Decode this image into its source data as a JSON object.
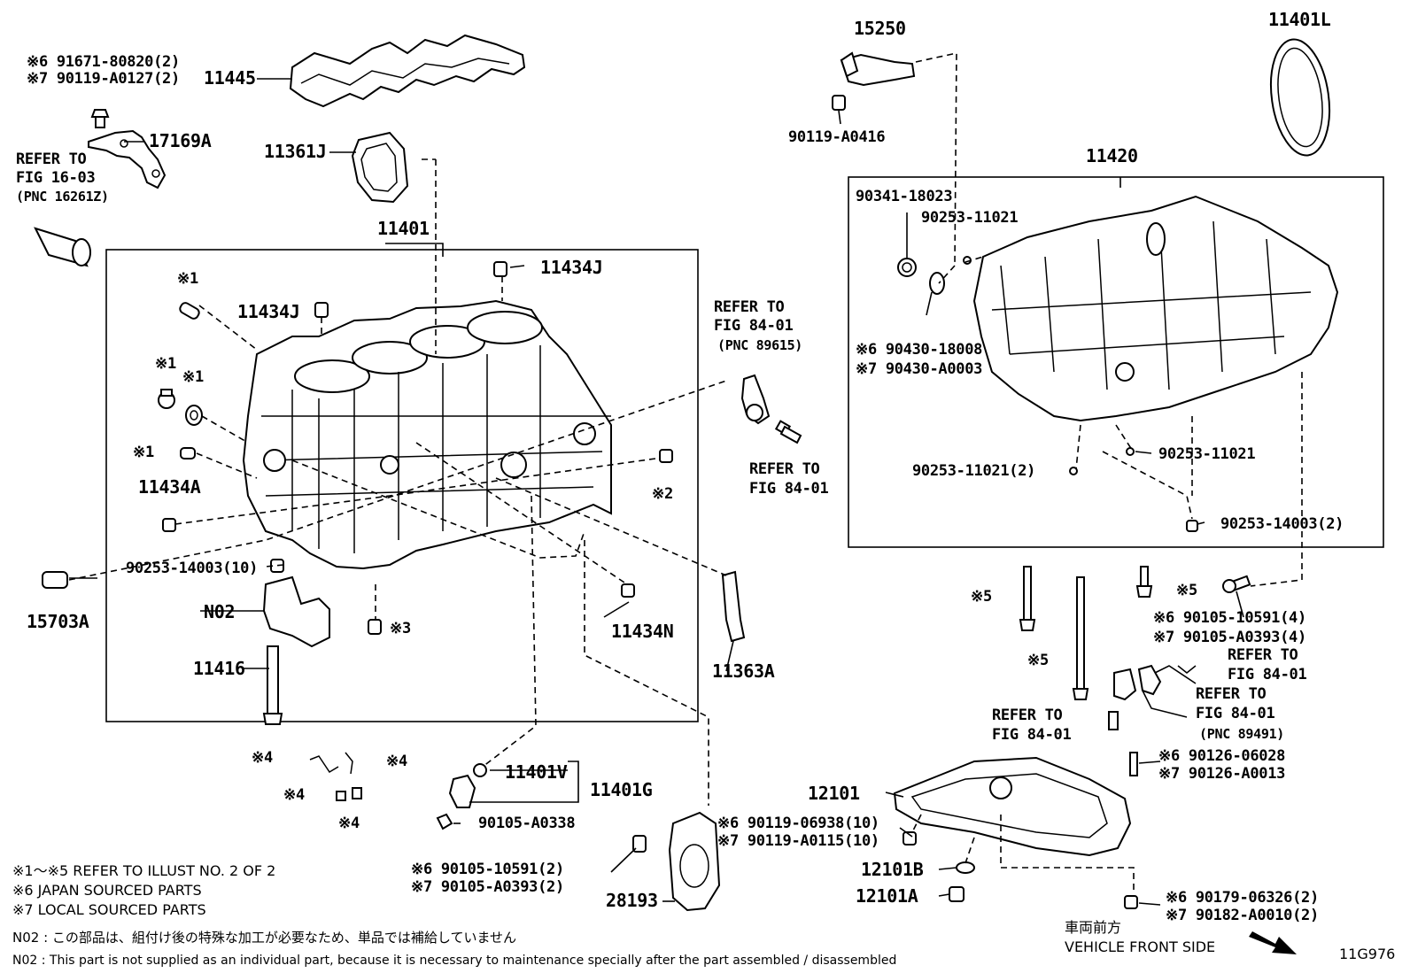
{
  "diagram_id": "11G976",
  "parts": {
    "p11445": "11445",
    "p17169A": "17169A",
    "p11361J": "11361J",
    "p11401": "11401",
    "p11434J_top": "11434J",
    "p11434J_left": "11434J",
    "p11434A": "11434A",
    "p15703A": "15703A",
    "pN02": "N02",
    "p11416": "11416",
    "p11434N": "11434N",
    "p11363A": "11363A",
    "p11401V": "11401V",
    "p11401G": "11401G",
    "p28193": "28193",
    "p15250": "15250",
    "p11401L": "11401L",
    "p11420": "11420",
    "p12101": "12101",
    "p12101B": "12101B",
    "p12101A": "12101A"
  },
  "callouts": {
    "c_top_left_1": "※6 91671-80820(2)",
    "c_top_left_2": "※7 90119-A0127(2)",
    "c_90119_A0416": "90119-A0416",
    "c_90341_18023": "90341-18023",
    "c_90253_11021_a": "90253-11021",
    "c_690430": "※6 90430-18008",
    "c_790430": "※7 90430-A0003",
    "c_90253_11021_b": "90253-11021",
    "c_90253_11021_2": "90253-11021(2)",
    "c_90253_14003_2": "90253-14003(2)",
    "c_90253_14003_10": "90253-14003(10)",
    "c_s1_a": "※1",
    "c_s1_b": "※1",
    "c_s1_c": "※1",
    "c_s1_d": "※1",
    "c_s2": "※2",
    "c_s3": "※3",
    "c_s4_a": "※4",
    "c_s4_b": "※4",
    "c_s4_c": "※4",
    "c_s4_d": "※4",
    "c_s5_a": "※5",
    "c_s5_b": "※5",
    "c_s5_c": "※5",
    "c_690105_10591_4": "※6 90105-10591(4)",
    "c_790105_A0393_4": "※7 90105-A0393(4)",
    "c_690126": "※6 90126-06028",
    "c_790126": "※7 90126-A0013",
    "c_690119_06938": "※6 90119-06938(10)",
    "c_790119_A0115": "※7 90119-A0115(10)",
    "c_690179": "※6 90179-06326(2)",
    "c_790182": "※7 90182-A0010(2)",
    "c_90105_A0338": "90105-A0338",
    "c_690105_10591_2": "※6 90105-10591(2)",
    "c_790105_A0393_2": "※7 90105-A0393(2)"
  },
  "refers": {
    "r_16_03_a": "REFER TO",
    "r_16_03_b": "FIG 16-03",
    "r_16_03_c": "(PNC 16261Z)",
    "r_84_01_pnc89615_a": "REFER TO",
    "r_84_01_pnc89615_b": "FIG 84-01",
    "r_84_01_pnc89615_c": "(PNC 89615)",
    "r_84_01_b_a": "REFER TO",
    "r_84_01_b_b": "FIG 84-01",
    "r_84_01_c_a": "REFER TO",
    "r_84_01_c_b": "FIG 84-01",
    "r_84_01_pnc89491_a": "REFER TO",
    "r_84_01_pnc89491_b": "FIG 84-01",
    "r_84_01_pnc89491_c": "(PNC 89491)",
    "r_84_01_d_a": "REFER TO",
    "r_84_01_d_b": "FIG 84-01"
  },
  "legend": {
    "l1": "※1～※5  REFER TO ILLUST NO. 2 OF 2",
    "l2": "※6 JAPAN SOURCED PARTS",
    "l3": "※7 LOCAL SOURCED PARTS",
    "n02_jp": "N02 : この部品は、組付け後の特殊な加工が必要なため、単品では補給していません",
    "n02_en": "N02 : This part is not supplied as an individual part, because it is necessary to maintenance specially after the part assembled / disassembled",
    "front_jp": "車両前方",
    "front_en": "VEHICLE FRONT SIDE"
  }
}
